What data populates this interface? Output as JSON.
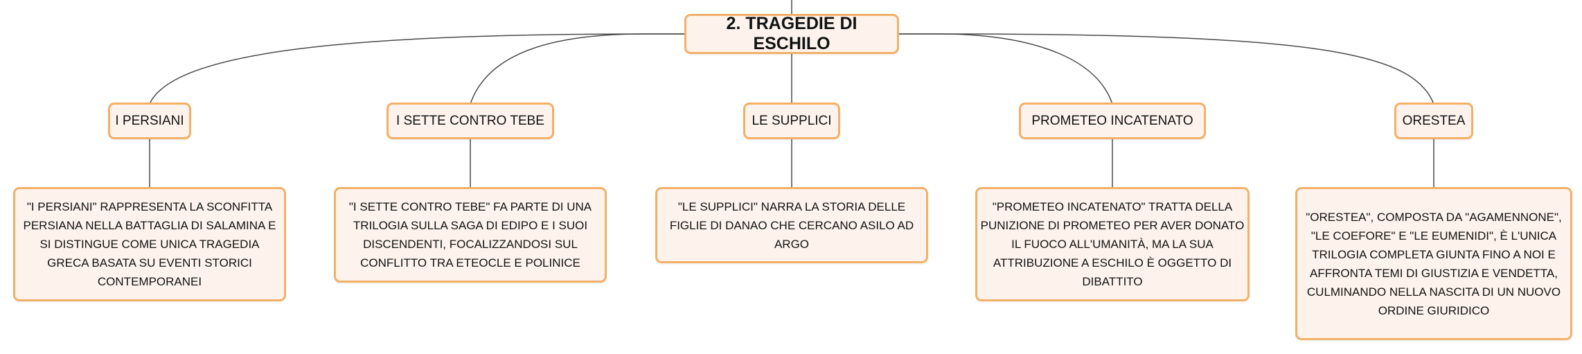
{
  "root": {
    "label": "2. TRAGEDIE DI ESCHILO"
  },
  "branches": [
    {
      "label": "I PERSIANI",
      "description": "\"I PERSIANI\" RAPPRESENTA LA SCONFITTA PERSIANA NELLA BATTAGLIA DI SALAMINA E SI DISTINGUE COME UNICA TRAGEDIA GRECA BASATA SU EVENTI STORICI CONTEMPORANEI"
    },
    {
      "label": "I SETTE CONTRO TEBE",
      "description": "\"I SETTE CONTRO TEBE\" FA PARTE DI UNA TRILOGIA SULLA SAGA DI EDIPO E I SUOI DISCENDENTI, FOCALIZZANDOSI SUL CONFLITTO TRA ETEOCLE E POLINICE"
    },
    {
      "label": "LE SUPPLICI",
      "description": "\"LE SUPPLICI\" NARRA LA STORIA DELLE FIGLIE DI DANAO CHE CERCANO ASILO AD ARGO"
    },
    {
      "label": "PROMETEO INCATENATO",
      "description": "\"PROMETEO INCATENATO\" TRATTA DELLA PUNIZIONE DI PROMETEO PER AVER DONATO IL FUOCO ALL'UMANITÀ, MA LA SUA ATTRIBUZIONE A ESCHILO È OGGETTO DI DIBATTITO"
    },
    {
      "label": "ORESTEA",
      "description": "\"ORESTEA\", COMPOSTA DA \"AGAMENNONE\", \"LE COEFORE\" E \"LE EUMENIDI\", È L'UNICA TRILOGIA COMPLETA GIUNTA FINO A NOI E AFFRONTA TEMI DI GIUSTIZIA E VENDETTA, CULMINANDO NELLA NASCITA DI UN NUOVO ORDINE GIURIDICO"
    }
  ]
}
